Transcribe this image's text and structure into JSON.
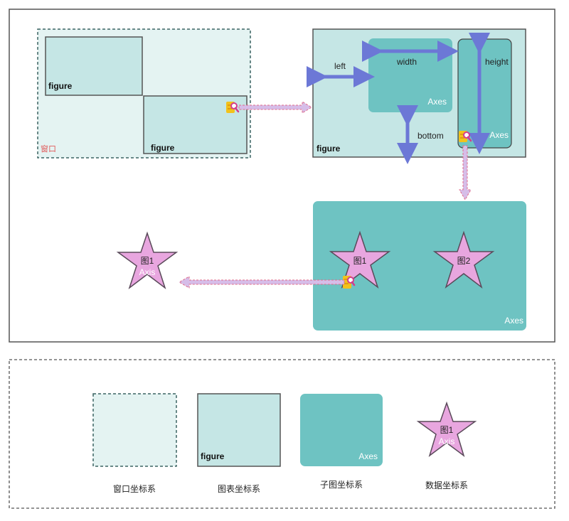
{
  "diagram": {
    "window": {
      "label": "窗口",
      "figure_top_label": "figure",
      "figure_bottom_label": "figure"
    },
    "figure_detail": {
      "figure_label": "figure",
      "dim_left": "left",
      "dim_width": "width",
      "dim_height": "height",
      "dim_bottom": "bottom",
      "axes_a_label": "Axes",
      "axes_b_label": "Axes"
    },
    "axes_detail": {
      "axes_label": "Axes",
      "star_1_label": "图1",
      "star_2_label": "图2"
    },
    "data_star": {
      "title": "图1",
      "subtitle": "Axis"
    }
  },
  "legend": {
    "items": [
      {
        "caption": "窗口坐标系"
      },
      {
        "caption": "图表坐标系",
        "inner_label": "figure"
      },
      {
        "caption": "子图坐标系",
        "inner_label": "Axes"
      },
      {
        "caption": "数据坐标系",
        "inner_title": "图1",
        "inner_subtitle": "Axis"
      }
    ]
  },
  "colors": {
    "window_fill": "#e4f3f2",
    "figure_fill": "#c5e6e5",
    "axes_fill": "#6ec3c2",
    "star_fill": "#e8a6df",
    "dim_arrow": "#6c78d6",
    "flow_arrow": "#d6bde8",
    "window_label": "#e05b5b"
  }
}
